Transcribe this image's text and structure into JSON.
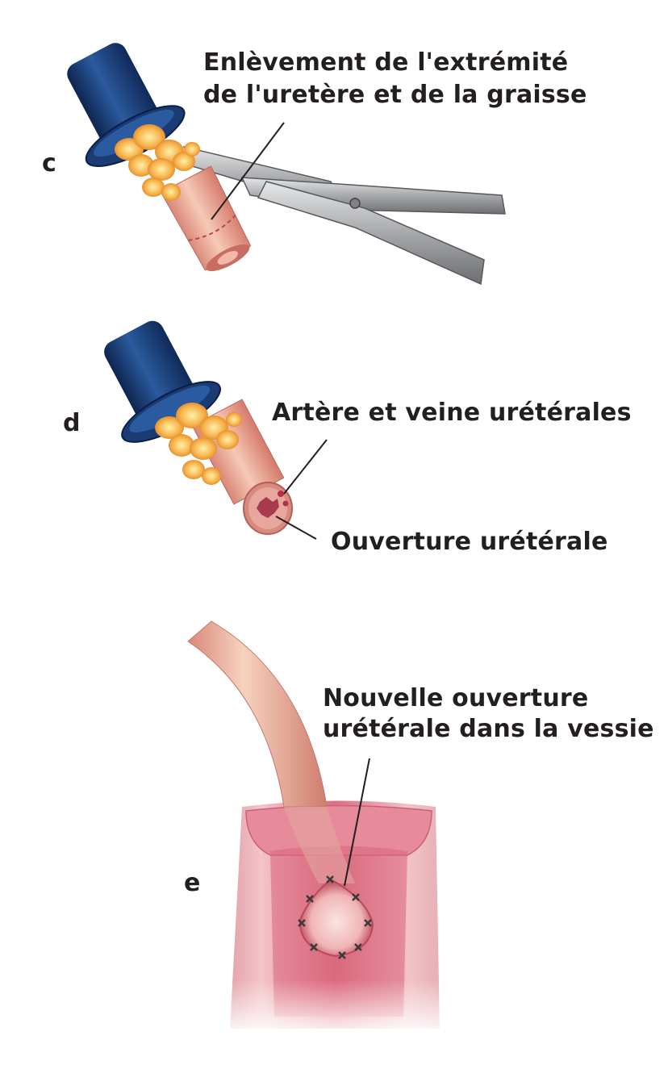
{
  "panels": [
    {
      "letter": "c",
      "labels": [
        "Enlèvement de l'extrémité",
        "de l'uretère et de la graisse"
      ]
    },
    {
      "letter": "d",
      "labels": [
        "Artère et veine urétérales",
        "Ouverture urétérale"
      ]
    },
    {
      "letter": "e",
      "labels": [
        "Nouvelle ouverture",
        "urétérale dans la vessie"
      ]
    }
  ],
  "colors": {
    "clamp_blue": "#1d3f7a",
    "fat_orange": "#f3a33a",
    "ureter_pink": "#eeaa98",
    "bladder_pink": "#d9667a",
    "scissors_gray": "#a7a9ac",
    "leader_line": "#231f20"
  }
}
